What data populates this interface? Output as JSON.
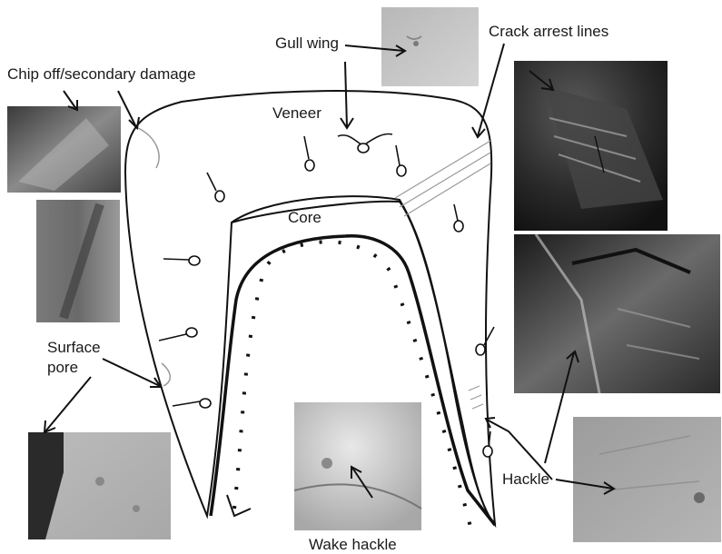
{
  "labels": {
    "chip": "Chip off/secondary damage",
    "gull": "Gull wing",
    "crack": "Crack arrest lines",
    "veneer": "Veneer",
    "core": "Core",
    "surface_line1": "Surface",
    "surface_line2": "pore",
    "hackle": "Hackle",
    "wake": "Wake hackle"
  },
  "colors": {
    "outline": "#111111",
    "arrow": "#111111",
    "text": "#1a1a1a"
  }
}
